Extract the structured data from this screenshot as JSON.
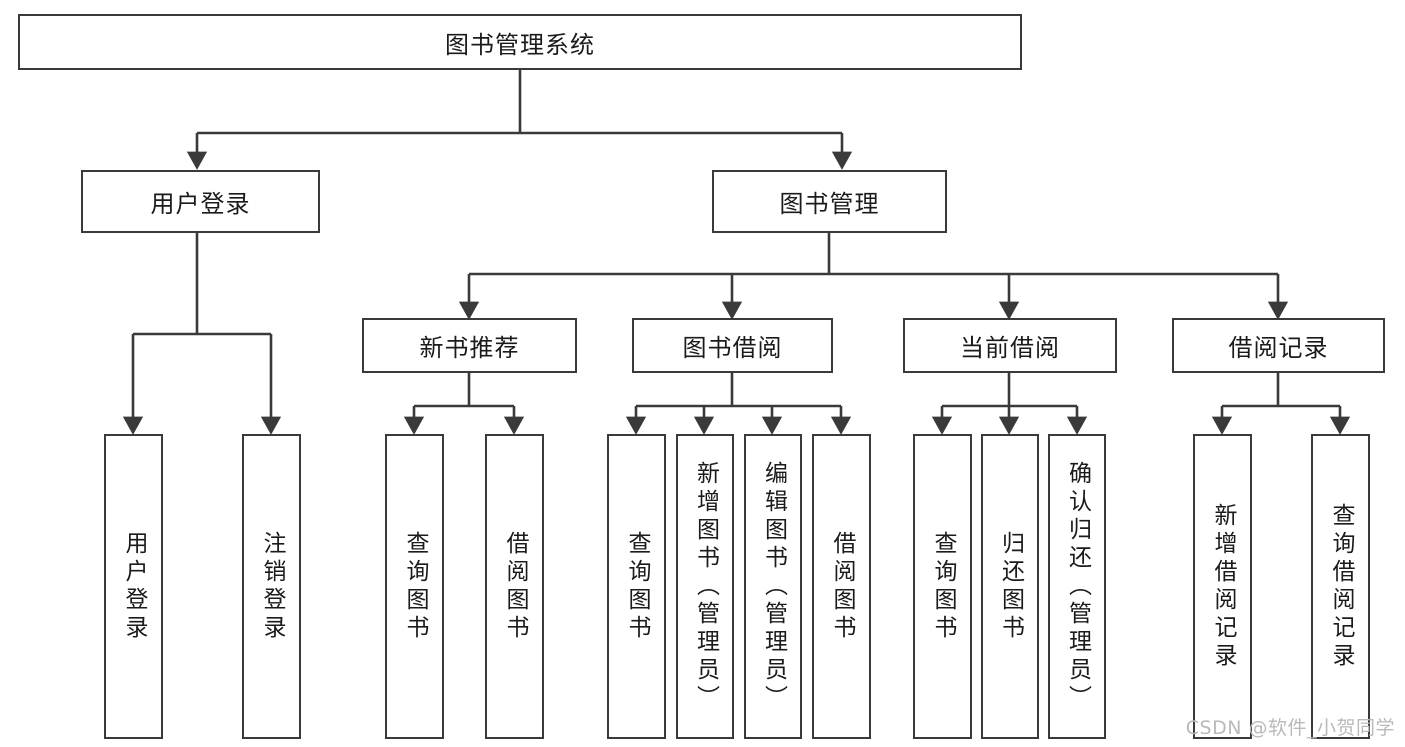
{
  "diagram": {
    "title": "图书管理系统",
    "type": "tree-hierarchy",
    "watermark": "CSDN @软件_小贺同学",
    "colors": {
      "stroke": "#3a3a3a",
      "fill": "#ffffff",
      "text": "#1b1b1b",
      "watermark": "#b9b9b9"
    },
    "root": {
      "id": "root",
      "label": "图书管理系统",
      "orientation": "horizontal"
    },
    "level2": [
      {
        "id": "user-login",
        "label": "用户登录",
        "orientation": "horizontal"
      },
      {
        "id": "book-manage",
        "label": "图书管理",
        "orientation": "horizontal"
      }
    ],
    "level3": [
      {
        "id": "new-book-rec",
        "label": "新书推荐",
        "orientation": "horizontal",
        "parent": "book-manage"
      },
      {
        "id": "book-borrow",
        "label": "图书借阅",
        "orientation": "horizontal",
        "parent": "book-manage"
      },
      {
        "id": "current-borrow",
        "label": "当前借阅",
        "orientation": "horizontal",
        "parent": "book-manage"
      },
      {
        "id": "borrow-record",
        "label": "借阅记录",
        "orientation": "horizontal",
        "parent": "book-manage"
      }
    ],
    "leaves": [
      {
        "id": "leaf-user-login",
        "label": "用户登录",
        "orientation": "vertical",
        "parent": "user-login"
      },
      {
        "id": "leaf-logout-login",
        "label": "注销登录",
        "orientation": "vertical",
        "parent": "user-login"
      },
      {
        "id": "leaf-query-book-1",
        "label": "查询图书",
        "orientation": "vertical",
        "parent": "new-book-rec"
      },
      {
        "id": "leaf-borrow-book-1",
        "label": "借阅图书",
        "orientation": "vertical",
        "parent": "new-book-rec"
      },
      {
        "id": "leaf-query-book-2",
        "label": "查询图书",
        "orientation": "vertical",
        "parent": "book-borrow"
      },
      {
        "id": "leaf-add-book",
        "label": "新增图书（管理员）",
        "orientation": "vertical",
        "parent": "book-borrow"
      },
      {
        "id": "leaf-edit-book",
        "label": "编辑图书（管理员）",
        "orientation": "vertical",
        "parent": "book-borrow"
      },
      {
        "id": "leaf-borrow-book-2",
        "label": "借阅图书",
        "orientation": "vertical",
        "parent": "book-borrow"
      },
      {
        "id": "leaf-query-book-3",
        "label": "查询图书",
        "orientation": "vertical",
        "parent": "current-borrow"
      },
      {
        "id": "leaf-return-book",
        "label": "归还图书",
        "orientation": "vertical",
        "parent": "current-borrow"
      },
      {
        "id": "leaf-confirm-return",
        "label": "确认归还（管理员）",
        "orientation": "vertical",
        "parent": "current-borrow"
      },
      {
        "id": "leaf-add-record",
        "label": "新增借阅记录",
        "orientation": "vertical",
        "parent": "borrow-record"
      },
      {
        "id": "leaf-query-record",
        "label": "查询借阅记录",
        "orientation": "vertical",
        "parent": "borrow-record"
      }
    ]
  }
}
